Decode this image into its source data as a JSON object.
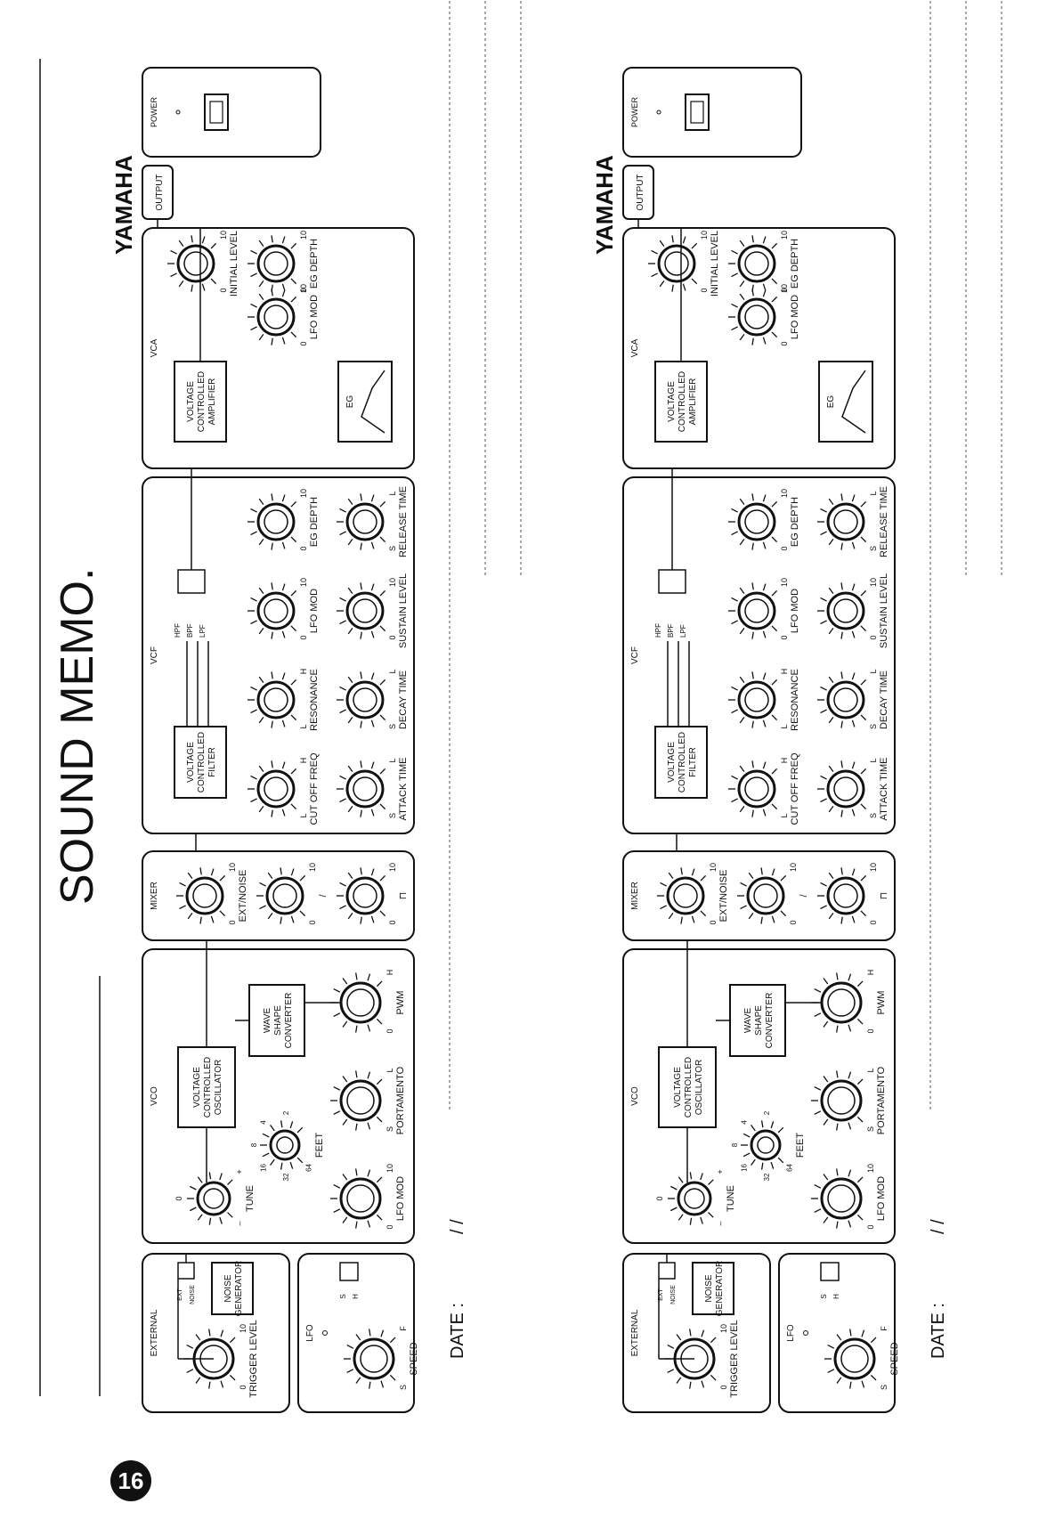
{
  "page": {
    "title": "SOUND MEMO.",
    "page_number": "16",
    "date_label": "DATE :",
    "date_sep": "/    /"
  },
  "brand": {
    "logo": "YAMAHA"
  },
  "panel": {
    "external": {
      "title": "EXTERNAL",
      "trigger_level": "TRIGGER LEVEL",
      "min": "0",
      "max": "10",
      "ext": "EXT",
      "noise": "NOISE",
      "noise_generator": [
        "NOISE",
        "GENERATOR"
      ]
    },
    "lfo": {
      "title": "LFO",
      "speed": "SPEED",
      "min": "S",
      "max": "F",
      "wave_a": "S",
      "wave_b": "H"
    },
    "vco": {
      "title": "VCO",
      "tune": "TUNE",
      "tune_min": "–",
      "tune_max": "+",
      "tune_zero": "0",
      "feet": "FEET",
      "feet_values": [
        "64",
        "32",
        "16",
        "8",
        "4",
        "2"
      ],
      "lfo_mod": "LFO MOD",
      "lfo_mod_min": "0",
      "lfo_mod_max": "10",
      "portamento": "PORTAMENTO",
      "portamento_min": "S",
      "portamento_max": "L",
      "pwm": "PWM",
      "pwm_min": "0",
      "pwm_max": "H",
      "oscillator": [
        "VOLTAGE",
        "CONTROLLED",
        "OSCILLATOR"
      ],
      "converter": [
        "WAVE",
        "SHAPE",
        "CONVERTER"
      ]
    },
    "mixer": {
      "title": "MIXER",
      "ext_noise": "EXT/NOISE",
      "min": "0",
      "max": "10"
    },
    "vcf": {
      "title": "VCF",
      "filter": [
        "VOLTAGE",
        "CONTROLLED",
        "FILTER"
      ],
      "hpf": "HPF",
      "bpf": "BPF",
      "lpf": "LPF",
      "cutoff": "CUT OFF FREQ",
      "cutoff_min": "L",
      "cutoff_max": "H",
      "resonance": "RESONANCE",
      "resonance_min": "L",
      "resonance_max": "H",
      "lfo_mod": "LFO MOD",
      "eg_depth": "EG DEPTH",
      "attack": "ATTACK TIME",
      "decay": "DECAY TIME",
      "sustain": "SUSTAIN LEVEL",
      "release": "RELEASE TIME",
      "s": "S",
      "l": "L",
      "zero": "0",
      "ten": "10"
    },
    "vca": {
      "title": "VCA",
      "amplifier": [
        "VOLTAGE",
        "CONTROLLED",
        "AMPLIFIER"
      ],
      "lfo_mod": "LFO MOD",
      "initial_level": "INITIAL LEVEL",
      "eg_depth": "EG DEPTH",
      "eg": "EG",
      "zero": "0",
      "ten": "10"
    },
    "output": "OUTPUT",
    "power": "POWER"
  }
}
